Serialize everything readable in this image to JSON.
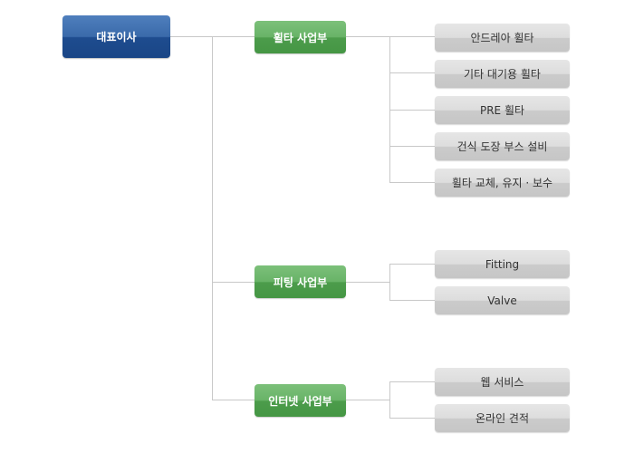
{
  "ceo": {
    "label": "대표이사"
  },
  "divisions": [
    {
      "label": "휠타 사업부",
      "items": [
        "안드레아 휠타",
        "기타 대기용 휠타",
        "PRE 휠타",
        "건식 도장 부스 설비",
        "휠타 교체, 유지 · 보수"
      ]
    },
    {
      "label": "피팅 사업부",
      "items": [
        "Fitting",
        "Valve"
      ]
    },
    {
      "label": "인터넷 사업부",
      "items": [
        "웹 서비스",
        "온라인 견적"
      ]
    }
  ],
  "colors": {
    "ceo": "#2a5a9e",
    "division": "#5aa958",
    "item": "#d3d3d3",
    "connector": "#c8c8c8"
  }
}
